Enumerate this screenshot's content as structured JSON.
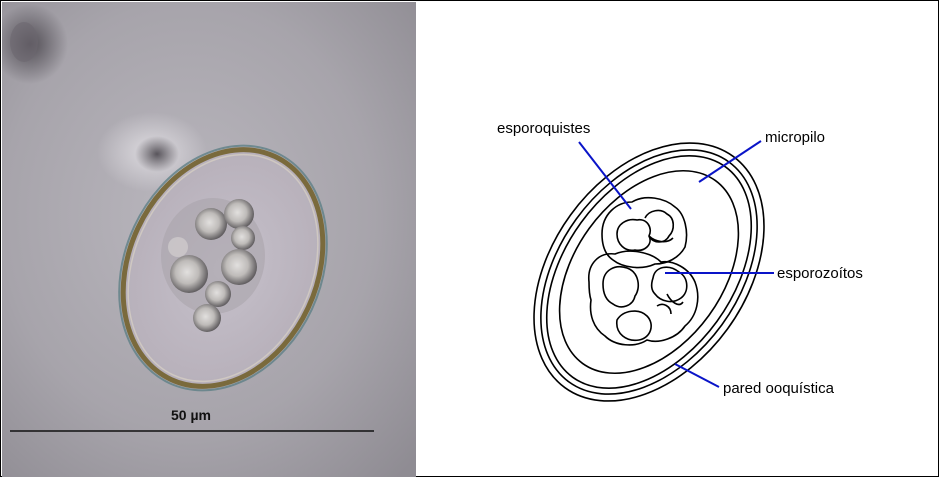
{
  "micrograph": {
    "scale_bar_label": "50 µm"
  },
  "diagram": {
    "labels": {
      "sporocysts": "esporoquistes",
      "micropyle": "micropilo",
      "sporozoites": "esporozoítos",
      "oocyst_wall": "pared ooquística"
    },
    "leader_color": "#0a14c8"
  }
}
